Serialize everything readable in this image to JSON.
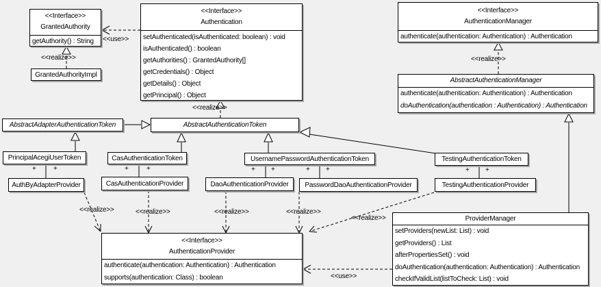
{
  "colors": {
    "background": "#f0f0f0",
    "box_fill": "#ffffff",
    "border": "#000000",
    "shadow": "#a9a9a9"
  },
  "plus": "+",
  "labels": {
    "use_top": "<<use>>",
    "use_bottom": "<<use>>",
    "realize_granted": "<<realize>>",
    "realize_token": "<<realize>>",
    "realize_manager": "<<realize>>",
    "realize_auth_by_adapter": "<<realize>>",
    "realize_cas": "<<realize>>",
    "realize_dao": "<<realize>>",
    "realize_password_dao": "<<realize>>",
    "realize_testing": "<<realize>>"
  },
  "classes": {
    "granted_authority": {
      "stereotype": "<<Interface>>",
      "name": "GrantedAuthority",
      "methods": [
        "getAuthority() : String"
      ]
    },
    "granted_authority_impl": {
      "name": "GrantedAuthorityImpl"
    },
    "authentication": {
      "stereotype": "<<Interface>>",
      "name": "Authentication",
      "methods": [
        "setAuthenticated(isAuthenticated: boolean) : void",
        "isAuthenticated() : boolean",
        "getAuthorities() : GrantedAuthority[]",
        "getCredentials() : Object",
        "getDetails() : Object",
        "getPrincipal() : Object"
      ]
    },
    "authentication_manager": {
      "stereotype": "<<Interface>>",
      "name": "AuthenticationManager",
      "methods": [
        "authenticate(authentication: Authentication) : Authentication"
      ]
    },
    "abstract_authentication_manager": {
      "name": "AbstractAuthenticationManager",
      "methods": [
        "authenticate(authentication: Authentication) : Authentication",
        "doAuthentication(authentication : Authentication) : Authentication"
      ]
    },
    "abstract_adapter_authentication_token": {
      "name": "AbstractAdapterAuthenticationToken"
    },
    "abstract_authentication_token": {
      "name": "AbstractAuthenticationToken"
    },
    "principal_acegi_user_token": {
      "name": "PrincipalAcegiUserToken"
    },
    "cas_authentication_token": {
      "name": "CasAuthenticationToken"
    },
    "username_password_authentication_token": {
      "name": "UsernamePasswordAuthenticationToken"
    },
    "testing_authentication_token": {
      "name": "TestingAuthenticationToken"
    },
    "auth_by_adapter_provider": {
      "name": "AuthByAdapterProvider"
    },
    "cas_authentication_provider": {
      "name": "CasAuthenticationProvider"
    },
    "dao_authentication_provider": {
      "name": "DaoAuthenticationProvider"
    },
    "password_dao_authentication_provider": {
      "name": "PasswordDaoAuthenticationProvider"
    },
    "testing_authentication_provider": {
      "name": "TestingAuthenticationProvider"
    },
    "provider_manager": {
      "name": "ProviderManager",
      "methods": [
        "setProviders(newList: List) : void",
        "getProviders() : List",
        "afterPropertiesSet() : void",
        "doAuthentication(authentication: Authentication) : Authentication",
        "checkIfValidList(listToCheck: List) : void"
      ]
    },
    "authentication_provider": {
      "stereotype": "<<Interface>>",
      "name": "AuthenticationProvider",
      "methods": [
        "authenticate(authentication: Authentication) : Authentication",
        "supports(authentication: Class) : boolean"
      ]
    }
  }
}
